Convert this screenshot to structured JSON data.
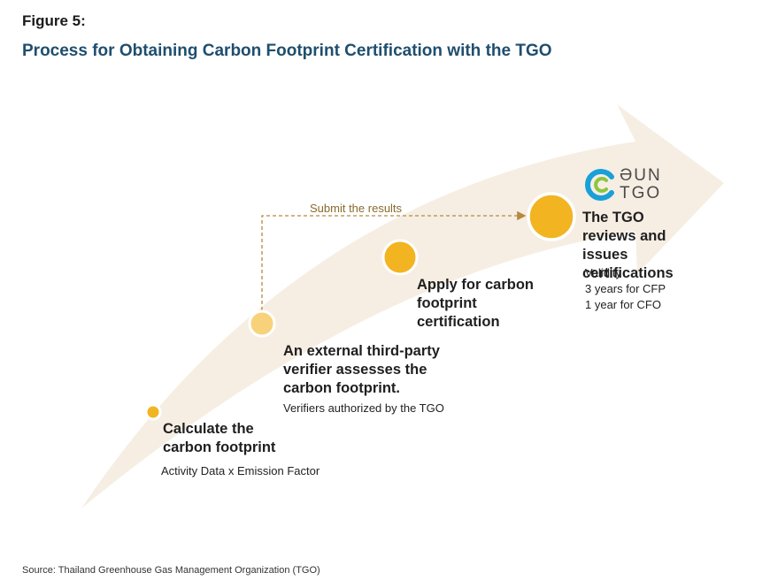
{
  "header": {
    "figure_label": "Figure 5:",
    "title": "Process for Obtaining Carbon Footprint Certification with the TGO"
  },
  "steps": [
    {
      "title": "Calculate the carbon footprint",
      "subtitle": "Activity Data x Emission Factor"
    },
    {
      "title": "An external third-party verifier assesses the carbon footprint.",
      "subtitle": "Verifiers authorized by the TGO"
    },
    {
      "title": "Apply for carbon footprint certification",
      "subtitle": ""
    },
    {
      "title": "The TGO reviews and issues certifications",
      "subtitle_lines": [
        "Validity",
        "3 years for CFP",
        "1 year for CFO"
      ]
    }
  ],
  "connector": {
    "label": "Submit the results"
  },
  "logo": {
    "line1": "ƏUN",
    "line2": "TGO"
  },
  "source": "Source: Thailand Greenhouse Gas Management Organization (TGO)",
  "colors": {
    "title": "#1f4e6e",
    "arrow": "#f6eee3",
    "dot_dark": "#f3b421",
    "dot_light": "#f8d27a",
    "connector": "#b58a3f",
    "logo_blue": "#1aa0d8",
    "logo_green": "#8cc63f"
  }
}
